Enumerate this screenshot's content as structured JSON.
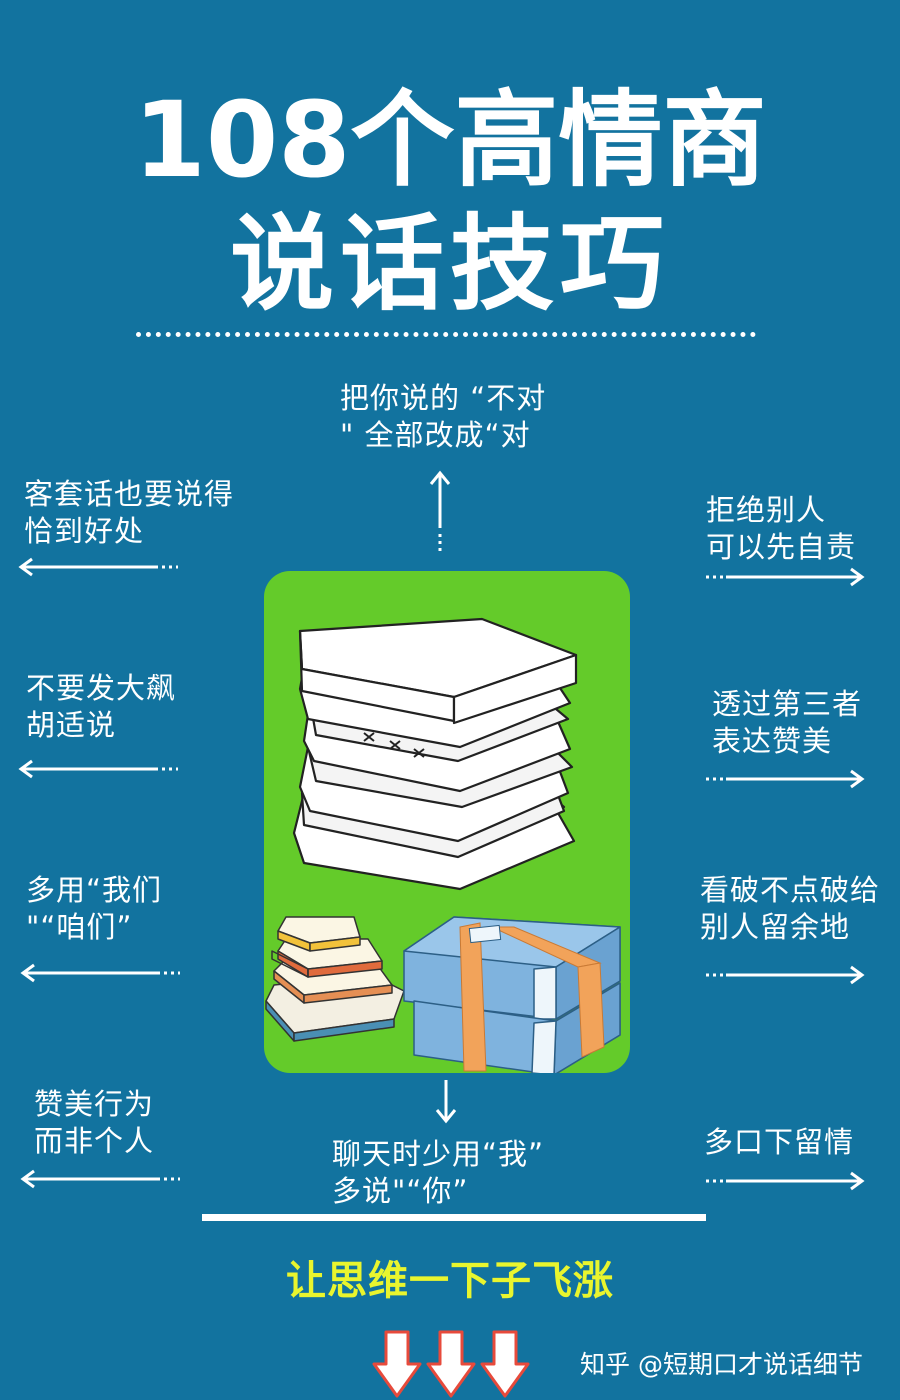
{
  "title": {
    "line1": "108个高情商",
    "line2": "说话技巧"
  },
  "tips": {
    "top": {
      "line1": "把你说的 “不对",
      "line2": "\" 全部改成“对"
    },
    "left1": {
      "line1": "客套话也要说得",
      "line2": "恰到好处"
    },
    "left2": {
      "line1": "不要发大飙",
      "line2": "胡适说"
    },
    "left3": {
      "line1": "多用“我们",
      "line2": "\"“咱们”"
    },
    "left4": {
      "line1": "赞美行为",
      "line2": "而非个人"
    },
    "right1": {
      "line1": "拒绝别人",
      "line2": "可以先自责"
    },
    "right2": {
      "line1": "透过第三者",
      "line2": "表达赞美"
    },
    "right3": {
      "line1": "看破不点破给",
      "line2": "别人留余地"
    },
    "right4": {
      "line1": "多口下留情"
    },
    "bottom": {
      "line1": "聊天时少用“我”",
      "line2": "多说\"“你”"
    }
  },
  "slogan": "让思维一下子飞涨",
  "watermark": "知乎 @短期口才说话细节",
  "colors": {
    "background": "#12739f",
    "panel": "#64cb2a",
    "slogan": "#e9f52e",
    "arrow_down": "#e74a3b"
  }
}
